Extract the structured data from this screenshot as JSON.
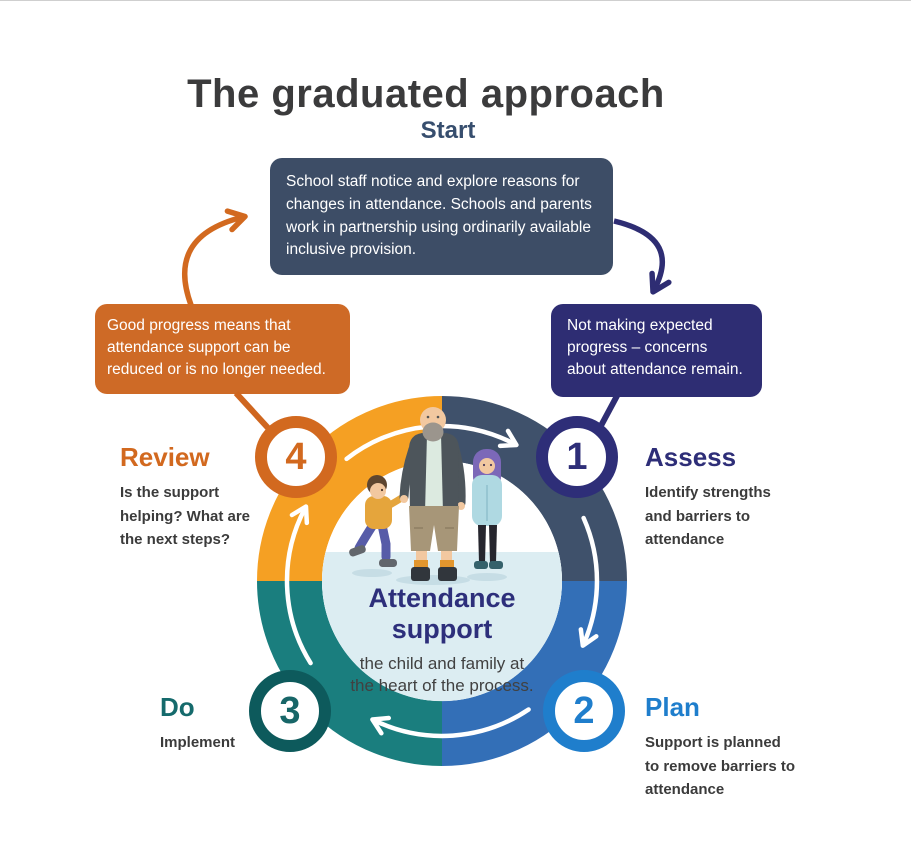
{
  "title": "The graduated approach",
  "flow": {
    "start_label": "Start",
    "start_box_text": "School staff notice and explore reasons for changes in attendance. Schools and parents work in partnership using ordinarily available inclusive provision.",
    "review_outcome_box_text": "Good progress means that attendance support can be reduced or is no longer needed.",
    "assess_trigger_box_text": "Not making expected progress – concerns about attendance remain."
  },
  "center": {
    "heading": "Attendance support",
    "subtitle": "the child and family at the heart of the process."
  },
  "steps": [
    {
      "number": "1",
      "label": "Assess",
      "description": "Identify strengths and barriers to attendance",
      "accent": "#2e2e78"
    },
    {
      "number": "2",
      "label": "Plan",
      "description": "Support is planned to remove barriers to attendance",
      "accent": "#1f7ecc"
    },
    {
      "number": "3",
      "label": "Do",
      "description": "Implement",
      "accent": "#0d5a5c"
    },
    {
      "number": "4",
      "label": "Review",
      "description": "Is the support helping? What are the next steps?",
      "accent": "#d2691f"
    }
  ],
  "colors": {
    "quadrant_review_orange": "#f5a023",
    "quadrant_assess_slate": "#3f516b",
    "quadrant_plan_blue": "#336fb7",
    "quadrant_do_teal": "#1a7e7e",
    "start_box_bg": "#3d4d66",
    "review_box_bg": "#ce6a26",
    "assess_box_bg": "#2e2d73",
    "center_ground": "#dcedf2",
    "cycle_arrow": "#ffffff"
  }
}
